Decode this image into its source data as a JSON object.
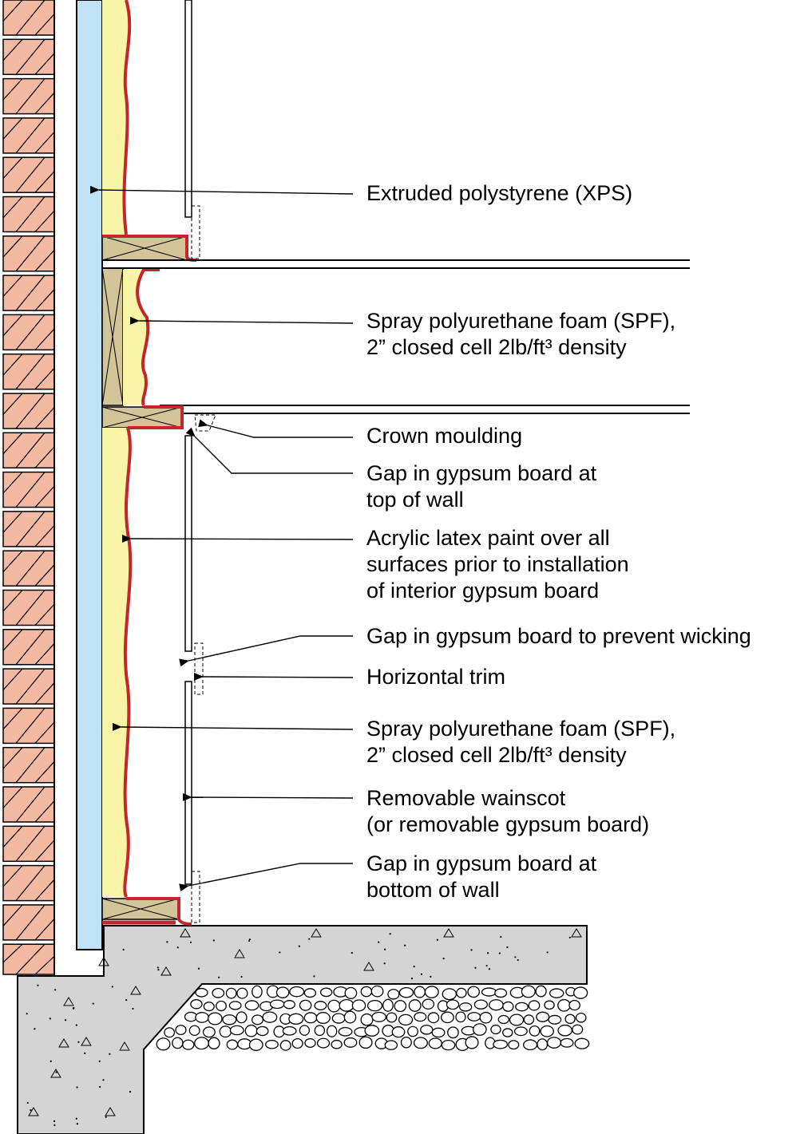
{
  "labels": {
    "xps": "Extruded polystyrene (XPS)",
    "spf_upper_1": "Spray polyurethane foam (SPF),",
    "spf_upper_2": "2” closed cell 2lb/ft³ density",
    "crown": "Crown moulding",
    "gap_top_1": "Gap in gypsum board at",
    "gap_top_2": "top of wall",
    "paint_1": "Acrylic latex paint over all",
    "paint_2": "surfaces prior to installation",
    "paint_3": "of interior gypsum board",
    "gap_wick": "Gap in gypsum board to prevent wicking",
    "trim": "Horizontal trim",
    "spf_lower_1": "Spray polyurethane foam (SPF),",
    "spf_lower_2": "2” closed cell 2lb/ft³ density",
    "wainscot_1": "Removable wainscot",
    "wainscot_2": "(or removable gypsum board)",
    "gap_bottom_1": "Gap in gypsum board at",
    "gap_bottom_2": "bottom of wall"
  },
  "colors": {
    "brick": "#f4b9a2",
    "xps": "#bfe3f4",
    "spf": "#faf4a6",
    "wood": "#d4c49a",
    "paint": "#c1272d",
    "concrete": "#d4d4d4"
  }
}
